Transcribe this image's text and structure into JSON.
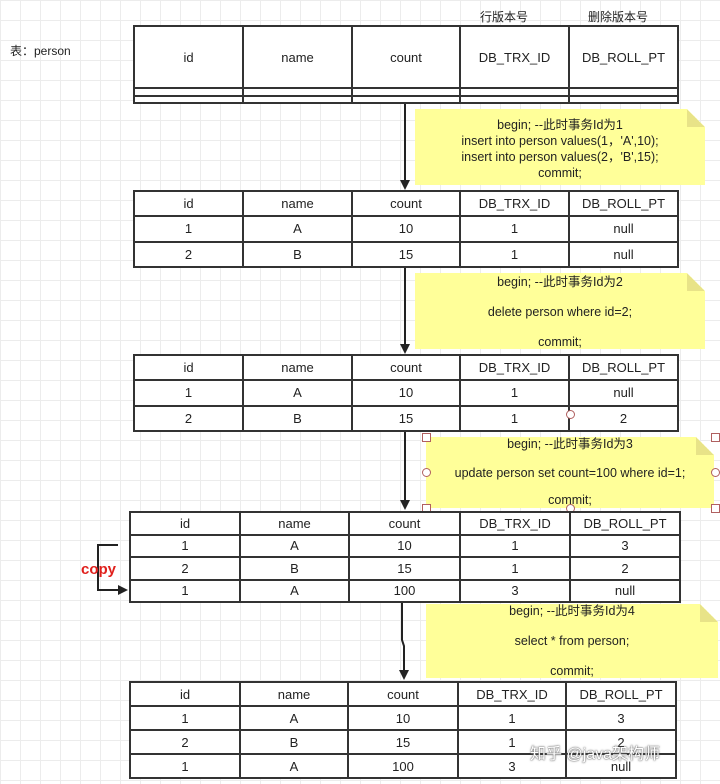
{
  "header": {
    "table_label": "表：person",
    "row_version_label": "行版本号",
    "delete_version_label": "删除版本号"
  },
  "columns": [
    "id",
    "name",
    "count",
    "DB_TRX_ID",
    "DB_ROLL_PT"
  ],
  "tables": [
    {
      "rows": [
        [
          "",
          "",
          "",
          "",
          ""
        ],
        [
          "",
          "",
          "",
          "",
          ""
        ]
      ]
    },
    {
      "rows": [
        [
          "1",
          "A",
          "10",
          "1",
          "null"
        ],
        [
          "2",
          "B",
          "15",
          "1",
          "null"
        ]
      ]
    },
    {
      "rows": [
        [
          "1",
          "A",
          "10",
          "1",
          "null"
        ],
        [
          "2",
          "B",
          "15",
          "1",
          "2"
        ]
      ]
    },
    {
      "rows": [
        [
          "1",
          "A",
          "10",
          "1",
          "3"
        ],
        [
          "2",
          "B",
          "15",
          "1",
          "2"
        ],
        [
          "1",
          "A",
          "100",
          "3",
          "null"
        ]
      ]
    },
    {
      "rows": [
        [
          "1",
          "A",
          "10",
          "1",
          "3"
        ],
        [
          "2",
          "B",
          "15",
          "1",
          "2"
        ],
        [
          "1",
          "A",
          "100",
          "3",
          "null"
        ]
      ]
    }
  ],
  "notes": [
    {
      "lines": [
        "begin; --此时事务Id为1",
        "insert into person values(1，'A',10);",
        "insert into person values(2，'B',15);",
        "commit;"
      ]
    },
    {
      "lines": [
        "begin; --此时事务Id为2",
        "",
        "delete person where id=2;",
        "",
        "commit;"
      ]
    },
    {
      "lines": [
        "begin; --此时事务Id为3",
        "",
        "update person set count=100 where id=1;",
        "",
        "commit;"
      ]
    },
    {
      "lines": [
        "begin; --此时事务Id为4",
        "",
        "select * from person;",
        "",
        "commit;"
      ]
    }
  ],
  "copy_label": "copy",
  "watermark": "知乎 @java架构师",
  "colors": {
    "note_fill": "#ffff99",
    "copy_red": "#e0201c",
    "border": "#333333"
  }
}
